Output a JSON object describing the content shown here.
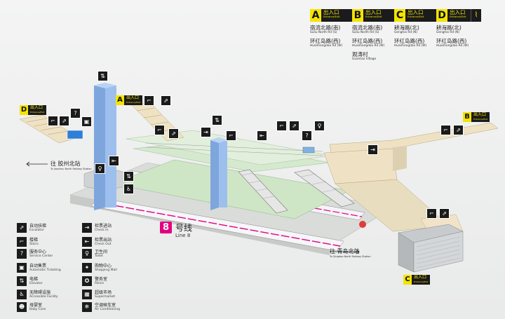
{
  "entrances": [
    {
      "letter": "A",
      "cn": "出入口",
      "en": "Entrance/Exit",
      "roads": [
        {
          "cn": "宿流北路(南)",
          "en": "Suliu North Rd (S)"
        },
        {
          "cn": "环红岛路(西)",
          "en": "Huanhongdao Rd (W)"
        }
      ]
    },
    {
      "letter": "B",
      "cn": "出入口",
      "en": "Entrance/Exit",
      "roads": [
        {
          "cn": "宿流北路(南)",
          "en": "Suliu North Rd (S)"
        },
        {
          "cn": "环红岛路(西)",
          "en": "Huanhongdao Rd (W)"
        },
        {
          "cn": "观涛村",
          "en": "Guantao Village"
        }
      ]
    },
    {
      "letter": "C",
      "cn": "出入口",
      "en": "Entrance/Exit",
      "roads": [
        {
          "cn": "耕海路(北)",
          "en": "Genghai Rd (N)"
        },
        {
          "cn": "环红岛路(西)",
          "en": "Huanhongdao Rd (W)"
        }
      ]
    },
    {
      "letter": "D",
      "cn": "出入口",
      "en": "Entrance/Exit",
      "roads": [
        {
          "cn": "耕海路(北)",
          "en": "Genghai Rd (N)"
        },
        {
          "cn": "环红岛路(西)",
          "en": "Huanhongdao Rd (W)"
        }
      ]
    }
  ],
  "diagram_tags": {
    "d": {
      "letter": "D",
      "cn": "出入口",
      "en": "Entrance/Exit"
    },
    "a": {
      "letter": "A",
      "cn": "出入口",
      "en": "Entrance/Exit"
    },
    "b": {
      "letter": "B",
      "cn": "出入口",
      "en": "Entrance/Exit"
    },
    "c": {
      "letter": "C",
      "cn": "出入口",
      "en": "Entrance/Exit"
    }
  },
  "directions": {
    "west": {
      "cn": "往 胶州北站",
      "en": "To Jiaozhou North Railway Station"
    },
    "east": {
      "cn": "往 青岛北站",
      "en": "To Qingdao North Railway Station"
    }
  },
  "line": {
    "num": "8",
    "cn": "号线",
    "en": "Line 8"
  },
  "legend": [
    {
      "icon": "escalator-icon",
      "glyph": "⇗",
      "cn": "自动扶梯",
      "en": "Escalator"
    },
    {
      "icon": "stairs-icon",
      "glyph": "⌐",
      "cn": "楼梯",
      "en": "Stairs"
    },
    {
      "icon": "service-center-icon",
      "glyph": "?",
      "cn": "服务中心",
      "en": "Service Center"
    },
    {
      "icon": "ticketing-icon",
      "glyph": "▣",
      "cn": "自动售票",
      "en": "Automatic Ticketing"
    },
    {
      "icon": "elevator-icon",
      "glyph": "⇅",
      "cn": "电梯",
      "en": "Elevator"
    },
    {
      "icon": "accessible-icon",
      "glyph": "♿",
      "cn": "无障碍设施",
      "en": "Accessible Facility"
    },
    {
      "icon": "baby-care-icon",
      "glyph": "☻",
      "cn": "母婴室",
      "en": "Baby Care"
    },
    {
      "icon": "check-in-icon",
      "glyph": "⇥",
      "cn": "检票进站",
      "en": "Check In"
    },
    {
      "icon": "check-out-icon",
      "glyph": "⇤",
      "cn": "检票出站",
      "en": "Check Out"
    },
    {
      "icon": "toilet-icon",
      "glyph": "♀",
      "cn": "卫生间",
      "en": "Toilet"
    },
    {
      "icon": "shopping-icon",
      "glyph": "✦",
      "cn": "购物中心",
      "en": "Shopping Mall"
    },
    {
      "icon": "police-icon",
      "glyph": "✪",
      "cn": "警务室",
      "en": "Police"
    },
    {
      "icon": "supermarket-icon",
      "glyph": "▦",
      "cn": "超级市场",
      "en": "Supermarket"
    },
    {
      "icon": "air-conditioning-icon",
      "glyph": "❄",
      "cn": "空调候车室",
      "en": "Air Conditioning"
    }
  ],
  "colors": {
    "line": "#e3007f",
    "badge_bg": "#1b1b1b",
    "badge_fg": "#f4e400",
    "concourse": "#cfe6c6",
    "elevator": "#8fb6e8"
  }
}
